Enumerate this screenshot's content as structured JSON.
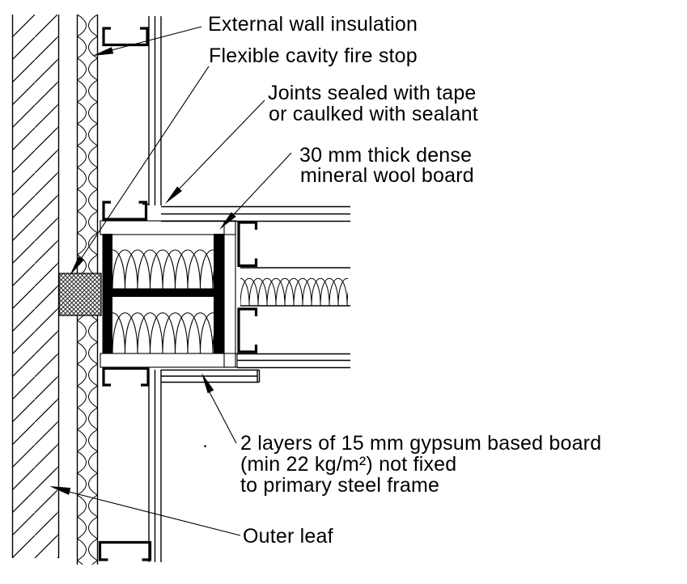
{
  "drawing": {
    "type": "construction-detail",
    "colors": {
      "ink": "#000000",
      "paper": "#ffffff"
    },
    "labels": {
      "external_wall_insulation": "External wall insulation",
      "flexible_cavity_fire_stop": "Flexible cavity fire stop",
      "joints_sealed_1": "Joints sealed with tape",
      "joints_sealed_2": "or caulked with sealant",
      "mineral_wool_1": "30 mm thick dense",
      "mineral_wool_2": "mineral wool board",
      "gypsum_1": "2 layers of 15 mm gypsum based board",
      "gypsum_2": "(min 22 kg/m²) not fixed",
      "gypsum_3": "to primary steel frame",
      "outer_leaf": "Outer leaf"
    }
  }
}
